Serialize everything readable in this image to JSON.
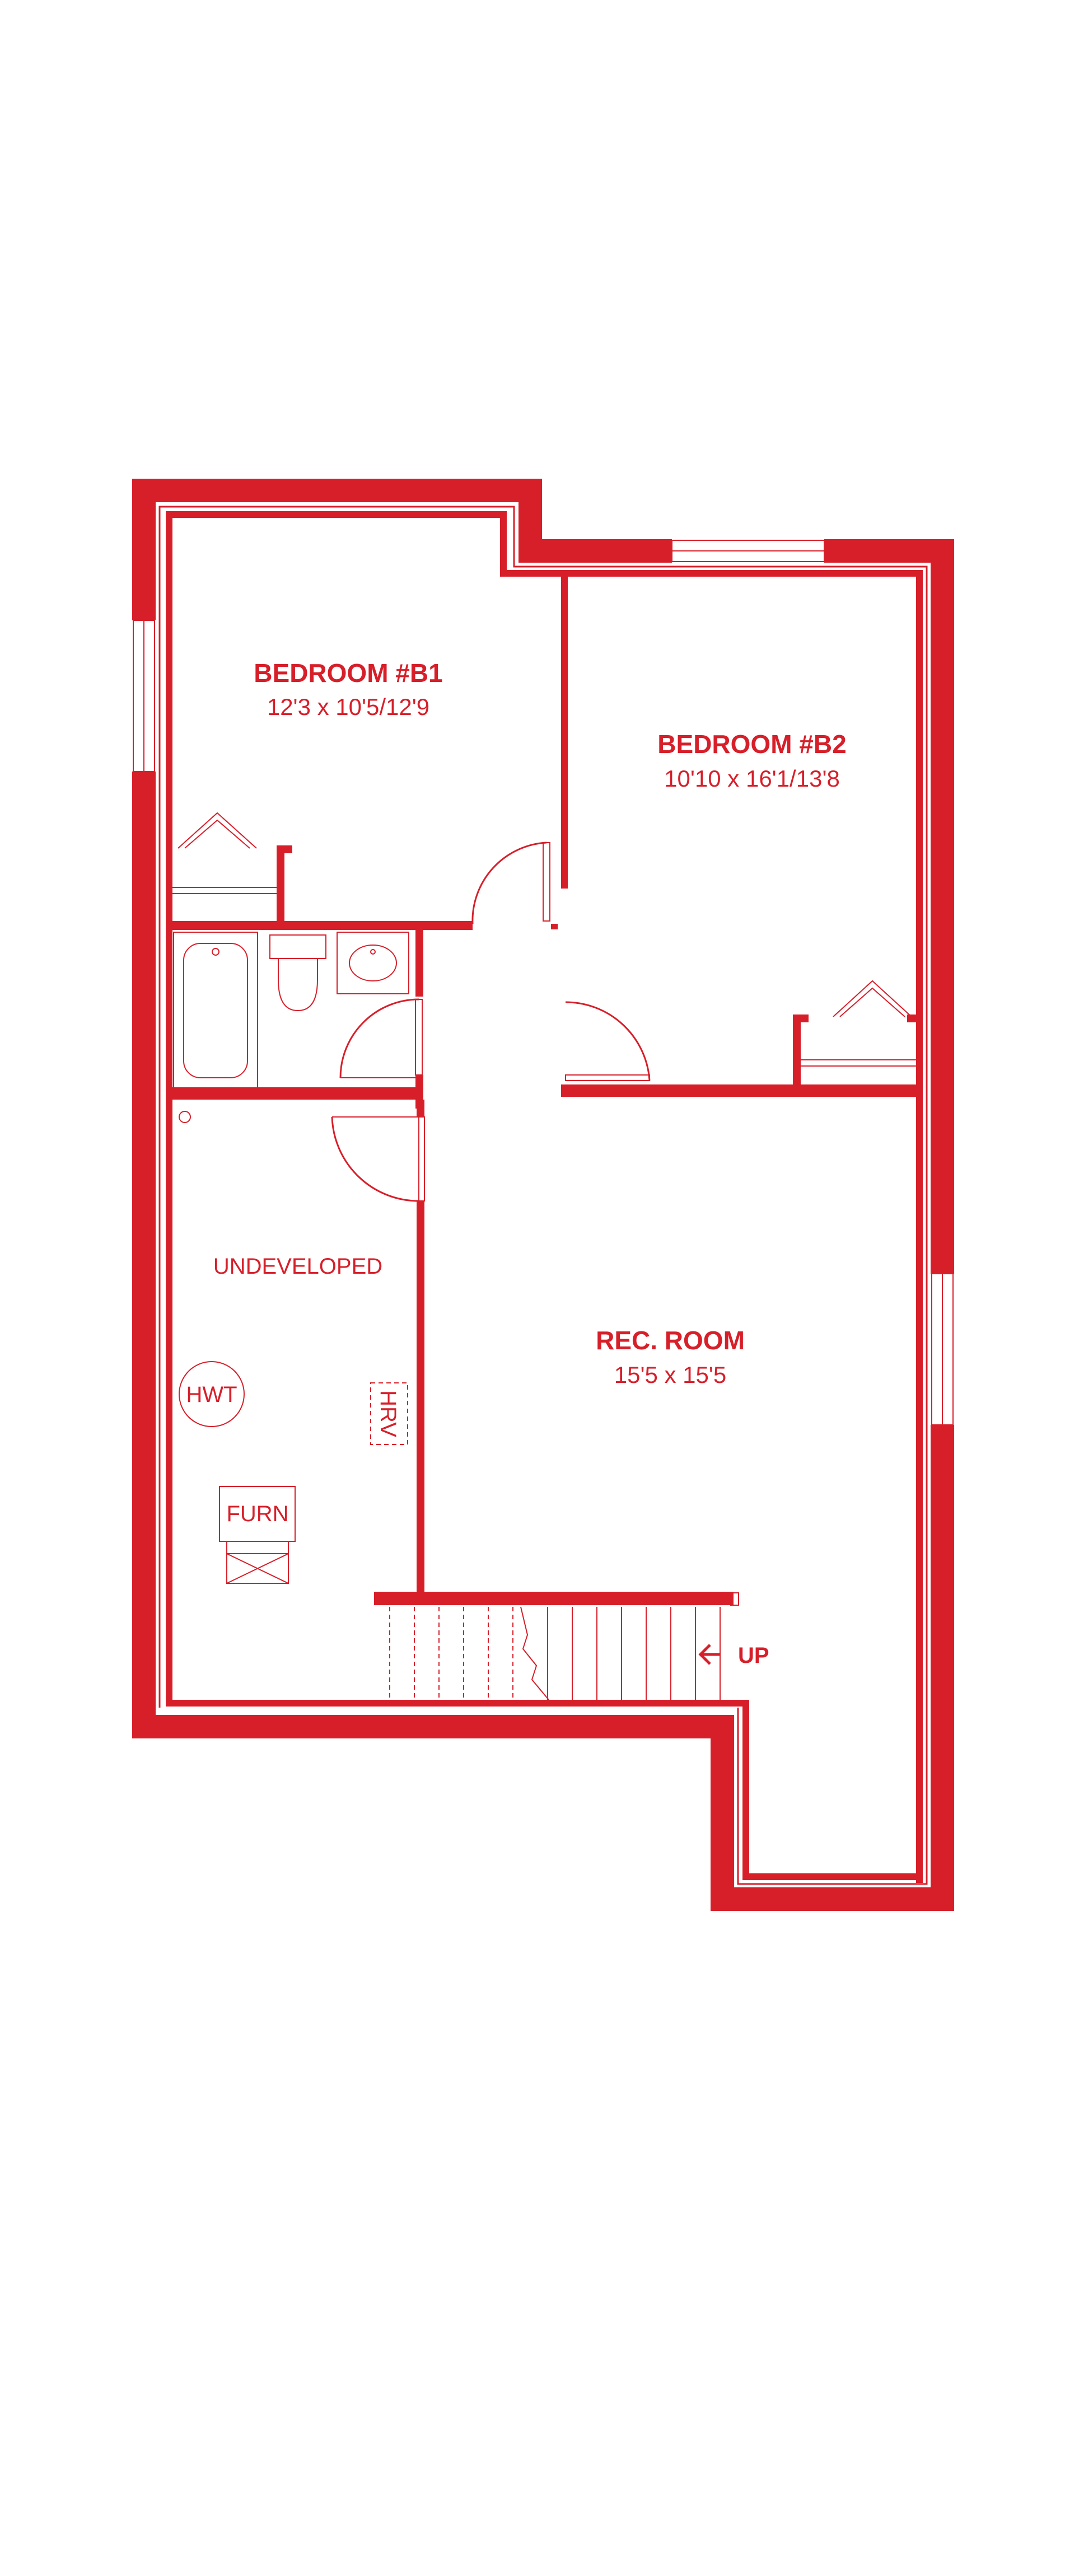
{
  "colors": {
    "accent": "#d71f2a",
    "background": "#ffffff"
  },
  "rooms": {
    "bedroom_b1": {
      "name": "BEDROOM #B1",
      "dims": "12'3 x 10'5/12'9"
    },
    "bedroom_b2": {
      "name": "BEDROOM #B2",
      "dims": "10'10 x 16'1/13'8"
    },
    "rec_room": {
      "name": "REC. ROOM",
      "dims": "15'5 x 15'5"
    },
    "undeveloped": {
      "name": "UNDEVELOPED"
    }
  },
  "fixtures": {
    "hwt": "HWT",
    "hrv": "HRV",
    "furn": "FURN",
    "stairs_up": "UP"
  },
  "icons": [
    "arrow-left-icon"
  ]
}
